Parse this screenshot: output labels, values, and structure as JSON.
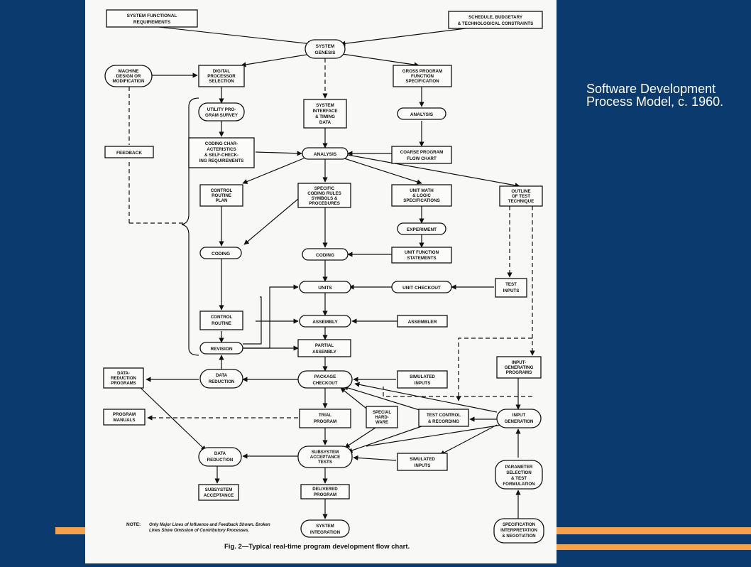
{
  "caption": "Software Development Process Model, c. 1960.",
  "figure": {
    "note_label": "NOTE:",
    "note_line1": "Only Major Lines of Influence and Feedback Shown. Broken",
    "note_line2": "Lines Show Omission of Contributory Processes.",
    "figure_caption": "Fig. 2—Typical real-time program development flow chart."
  },
  "nodes": {
    "sys_func_req": {
      "l1": "SYSTEM FUNCTIONAL",
      "l2": "REQUIREMENTS"
    },
    "schedule": {
      "l1": "SCHEDULE, BUDGETARY",
      "l2": "& TECHNOLOGICAL CONSTRAINTS"
    },
    "sys_genesis": {
      "l1": "SYSTEM",
      "l2": "GENESIS"
    },
    "machine_design": {
      "l1": "MACHINE",
      "l2": "DESIGN OR",
      "l3": "MODIFICATION"
    },
    "digital_proc": {
      "l1": "DIGITAL",
      "l2": "PROCESSOR",
      "l3": "SELECTION"
    },
    "gross_program": {
      "l1": "GROSS PROGRAM",
      "l2": "FUNCTION",
      "l3": "SPECIFICATION"
    },
    "utility": {
      "l1": "UTILITY PRO-",
      "l2": "GRAM SURVEY"
    },
    "sys_interface": {
      "l1": "SYSTEM",
      "l2": "INTERFACE",
      "l3": "& TIMING",
      "l4": "DATA"
    },
    "analysis_1": {
      "l1": "ANALYSIS"
    },
    "feedback": {
      "l1": "FEEDBACK"
    },
    "coding_char": {
      "l1": "CODING CHAR-",
      "l2": "ACTERISTICS",
      "l3": "& SELF-CHECK-",
      "l4": "ING REQUIREMENTS"
    },
    "analysis_2": {
      "l1": "ANALYSIS"
    },
    "coarse_flow": {
      "l1": "COARSE PROGRAM",
      "l2": "FLOW CHART"
    },
    "control_plan": {
      "l1": "CONTROL",
      "l2": "ROUTINE",
      "l3": "PLAN"
    },
    "coding_rules": {
      "l1": "SPECIFIC",
      "l2": "CODING RULES",
      "l3": "SYMBOLS &",
      "l4": "PROCEDURES"
    },
    "unit_math": {
      "l1": "UNIT MATH",
      "l2": "& LOGIC",
      "l3": "SPECIFICATIONS"
    },
    "outline_test": {
      "l1": "OUTLINE",
      "l2": "OF TEST",
      "l3": "TECHNIQUE"
    },
    "experiment": {
      "l1": "EXPERIMENT"
    },
    "coding_1": {
      "l1": "CODING"
    },
    "coding_2": {
      "l1": "CODING"
    },
    "unit_function": {
      "l1": "UNIT FUNCTION",
      "l2": "STATEMENTS"
    },
    "units": {
      "l1": "UNITS"
    },
    "unit_checkout": {
      "l1": "UNIT CHECKOUT"
    },
    "test_inputs": {
      "l1": "TEST",
      "l2": "INPUTS"
    },
    "control_routine": {
      "l1": "CONTROL",
      "l2": "ROUTINE"
    },
    "assembly": {
      "l1": "ASSEMBLY"
    },
    "assembler": {
      "l1": "ASSEMBLER"
    },
    "revision": {
      "l1": "REVISION"
    },
    "partial_asm": {
      "l1": "PARTIAL",
      "l2": "ASSEMBLY"
    },
    "data_red_prog": {
      "l1": "DATA-",
      "l2": "REDUCTION",
      "l3": "PROGRAMS"
    },
    "data_red_1": {
      "l1": "DATA",
      "l2": "REDUCTION"
    },
    "pkg_checkout": {
      "l1": "PACKAGE",
      "l2": "CHECKOUT"
    },
    "sim_inputs_1": {
      "l1": "SIMULATED",
      "l2": "INPUTS"
    },
    "input_gen_prog": {
      "l1": "INPUT-",
      "l2": "GENERATING",
      "l3": "PROGRAMS"
    },
    "prog_manuals": {
      "l1": "PROGRAM",
      "l2": "MANUALS"
    },
    "trial_program": {
      "l1": "TRIAL",
      "l2": "PROGRAM"
    },
    "special_hw": {
      "l1": "SPECIAL",
      "l2": "HARD-",
      "l3": "WARE"
    },
    "test_control": {
      "l1": "TEST CONTROL",
      "l2": "& RECORDING"
    },
    "input_gen": {
      "l1": "INPUT",
      "l2": "GENERATION"
    },
    "data_red_2": {
      "l1": "DATA",
      "l2": "REDUCTION"
    },
    "subsys_accept_t": {
      "l1": "SUBSYSTEM",
      "l2": "ACCEPTANCE",
      "l3": "TESTS"
    },
    "sim_inputs_2": {
      "l1": "SIMULATED",
      "l2": "INPUTS"
    },
    "param_sel": {
      "l1": "PARAMETER",
      "l2": "SELECTION",
      "l3": "& TEST",
      "l4": "FORMULATION"
    },
    "subsys_accept": {
      "l1": "SUBSYSTEM",
      "l2": "ACCEPTANCE"
    },
    "delivered": {
      "l1": "DELIVERED",
      "l2": "PROGRAM"
    },
    "sys_integration": {
      "l1": "SYSTEM",
      "l2": "INTEGRATION"
    },
    "spec_interp": {
      "l1": "SPECIFICATION",
      "l2": "INTERPRETATION",
      "l3": "& NEGOTIATION"
    }
  }
}
